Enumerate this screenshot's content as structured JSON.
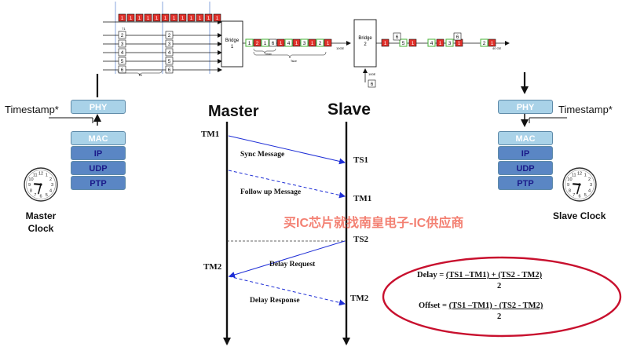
{
  "top_diagram": {
    "bridge1": "Bridge\n1",
    "bridge2": "Bridge\n2",
    "link_10g": "10GE",
    "link_40g": "40 GE",
    "link_100g": "100E",
    "t1": "T1",
    "t5": "T5",
    "t_max": "Tmax",
    "t_size": "Tsize",
    "top_lane_digits": [
      "1",
      "1",
      "1",
      "1",
      "1",
      "1",
      "1",
      "1",
      "1",
      "1",
      "1",
      "1"
    ],
    "lane_digits": [
      "2",
      "3",
      "4",
      "5",
      "6"
    ],
    "merged_stream": [
      "1",
      "2",
      "1",
      "6",
      "1",
      "4",
      "1",
      "3",
      "1",
      "2",
      "1"
    ],
    "out_stream": [
      "1",
      "5",
      "1",
      "4",
      "1",
      "3",
      "1",
      "2",
      "1"
    ],
    "out_stream_top": [
      "6",
      "6"
    ],
    "bottom_input": "6"
  },
  "left_stack": {
    "phy": "PHY",
    "mac": "MAC",
    "ip": "IP",
    "udp": "UDP",
    "ptp": "PTP",
    "timestamp": "Timestamp*",
    "clock_label_1": "Master",
    "clock_label_2": "Clock"
  },
  "right_stack": {
    "phy": "PHY",
    "mac": "MAC",
    "ip": "IP",
    "udp": "UDP",
    "ptp": "PTP",
    "timestamp": "Timestamp*",
    "clock_label": "Slave Clock"
  },
  "sequence": {
    "master": "Master",
    "slave": "Slave",
    "tm1_a": "TM1",
    "ts1": "TS1",
    "tm1_b": "TM1",
    "ts2": "TS2",
    "tm2_a": "TM2",
    "tm2_b": "TM2",
    "sync": "Sync Message",
    "follow": "Follow up Message",
    "delay_req": "Delay Request",
    "delay_resp": "Delay Response"
  },
  "formula": {
    "delay_label": "Delay = ",
    "delay_num": "(TS1 –TM1) + (TS2 - TM2)",
    "delay_den": "2",
    "offset_label": "Offset = ",
    "offset_num": "(TS1 –TM1) - (TS2 - TM2)",
    "offset_den": "2"
  },
  "watermark": "买IC芯片就找南皇电子-IC供应商",
  "colors": {
    "arrow_blue": "#1f2fd6",
    "ellipse_red": "#c8102e",
    "packet_red": "#e0302a",
    "packet_green": "#55b947",
    "phy_fill": "#a9d2e8",
    "stack_blue": "#5a86c4"
  }
}
